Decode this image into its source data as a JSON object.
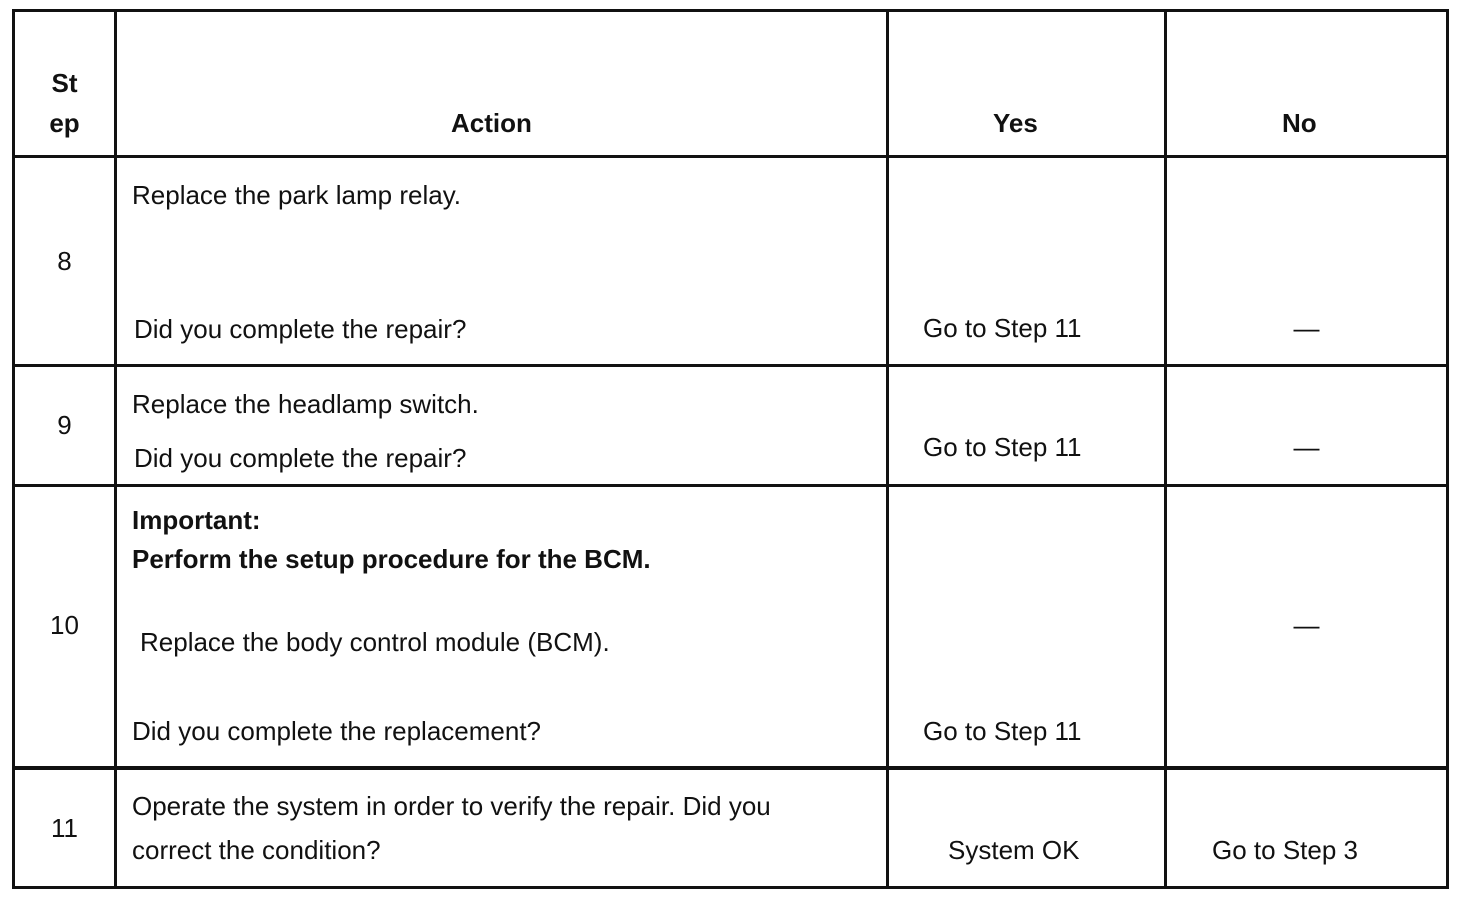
{
  "header": {
    "step_line1": "St",
    "step_line2": "ep",
    "action": "Action",
    "yes": "Yes",
    "no": "No"
  },
  "rows": [
    {
      "step": "8",
      "action_line1": "Replace the park lamp relay.",
      "action_question": "Did you complete the repair?",
      "yes": "Go to Step 11",
      "no": "—"
    },
    {
      "step": "9",
      "action_line1": "Replace the headlamp switch.",
      "action_question": "Did you complete the repair?",
      "yes": "Go to Step 11",
      "no": "—"
    },
    {
      "step": "10",
      "important_label": "Important:",
      "important_text": "Perform the setup procedure for the BCM.",
      "action_line1": "Replace the body control module (BCM).",
      "action_question": "Did you complete the replacement?",
      "yes": "Go to Step 11",
      "no": "—"
    },
    {
      "step": "11",
      "action_line1": "Operate the system in order to verify the repair. Did you",
      "action_line2": "correct the condition?",
      "yes": "System OK",
      "no": "Go to Step 3"
    }
  ]
}
